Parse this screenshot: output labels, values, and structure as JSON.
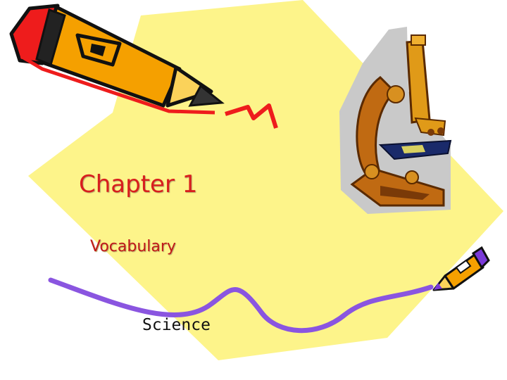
{
  "slide": {
    "title": "Chapter 1",
    "subtitle": "Vocabulary",
    "subject": "Science"
  },
  "colors": {
    "background_shape": "#fdf48a",
    "title": "#d81e1e",
    "squiggle": "#8a55e0",
    "pencil_body": "#f5a000",
    "pencil_outline": "#111111",
    "pencil_red": "#ee1c1c",
    "microscope": "#c06a12"
  },
  "icons": [
    "pencil-icon",
    "microscope-icon",
    "small-pencil-icon"
  ]
}
